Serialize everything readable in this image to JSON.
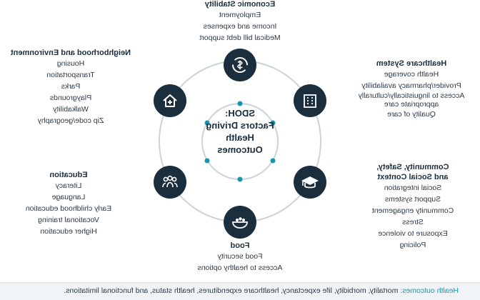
{
  "center": {
    "line1": "SDOH:",
    "line2": "Factors Driving",
    "line3": "Health",
    "line4": "Outcomes"
  },
  "icons": [
    "dollar-cycle-icon",
    "house-medical-icon",
    "people-group-icon",
    "food-bowl-icon",
    "graduation-cap-icon",
    "building-icon"
  ],
  "domains": {
    "economic": {
      "title": "Economic Stability",
      "items": [
        "Employment",
        "Income and expenses",
        "Medical bill debt support"
      ]
    },
    "healthcare": {
      "title": "Healthcare System",
      "items": [
        "Health coverage",
        "Provider/pharmacy availability",
        "Access to linguistically/culturally",
        "appropriate care",
        "Quality of care"
      ]
    },
    "community": {
      "title1": "Community, Safety,",
      "title2": "and Social Context",
      "items": [
        "Social integration",
        "Support systems",
        "Community engagement",
        "Stress",
        "Exposure to violence",
        "Policing"
      ]
    },
    "food": {
      "title": "Food",
      "items": [
        "Food security",
        "Access to healthy options"
      ]
    },
    "education": {
      "title": "Education",
      "items": [
        "Literacy",
        "Language",
        "Early childhood education",
        "Vocational training",
        "Higher education"
      ]
    },
    "neighborhood": {
      "title": "Neighborhood and Environment",
      "items": [
        "Housing",
        "Transportation",
        "Parks",
        "Playgrounds",
        "Walkability",
        "Zip code/geography"
      ]
    }
  },
  "footer": {
    "label": "Health outcomes:",
    "text": "mortality, morbidity, life expectancy, healthcare expenditures, health status, and functional limitations."
  },
  "colors": {
    "node": "#1a2e3d",
    "accent": "#1596ad",
    "ring": "#c9d3da"
  }
}
